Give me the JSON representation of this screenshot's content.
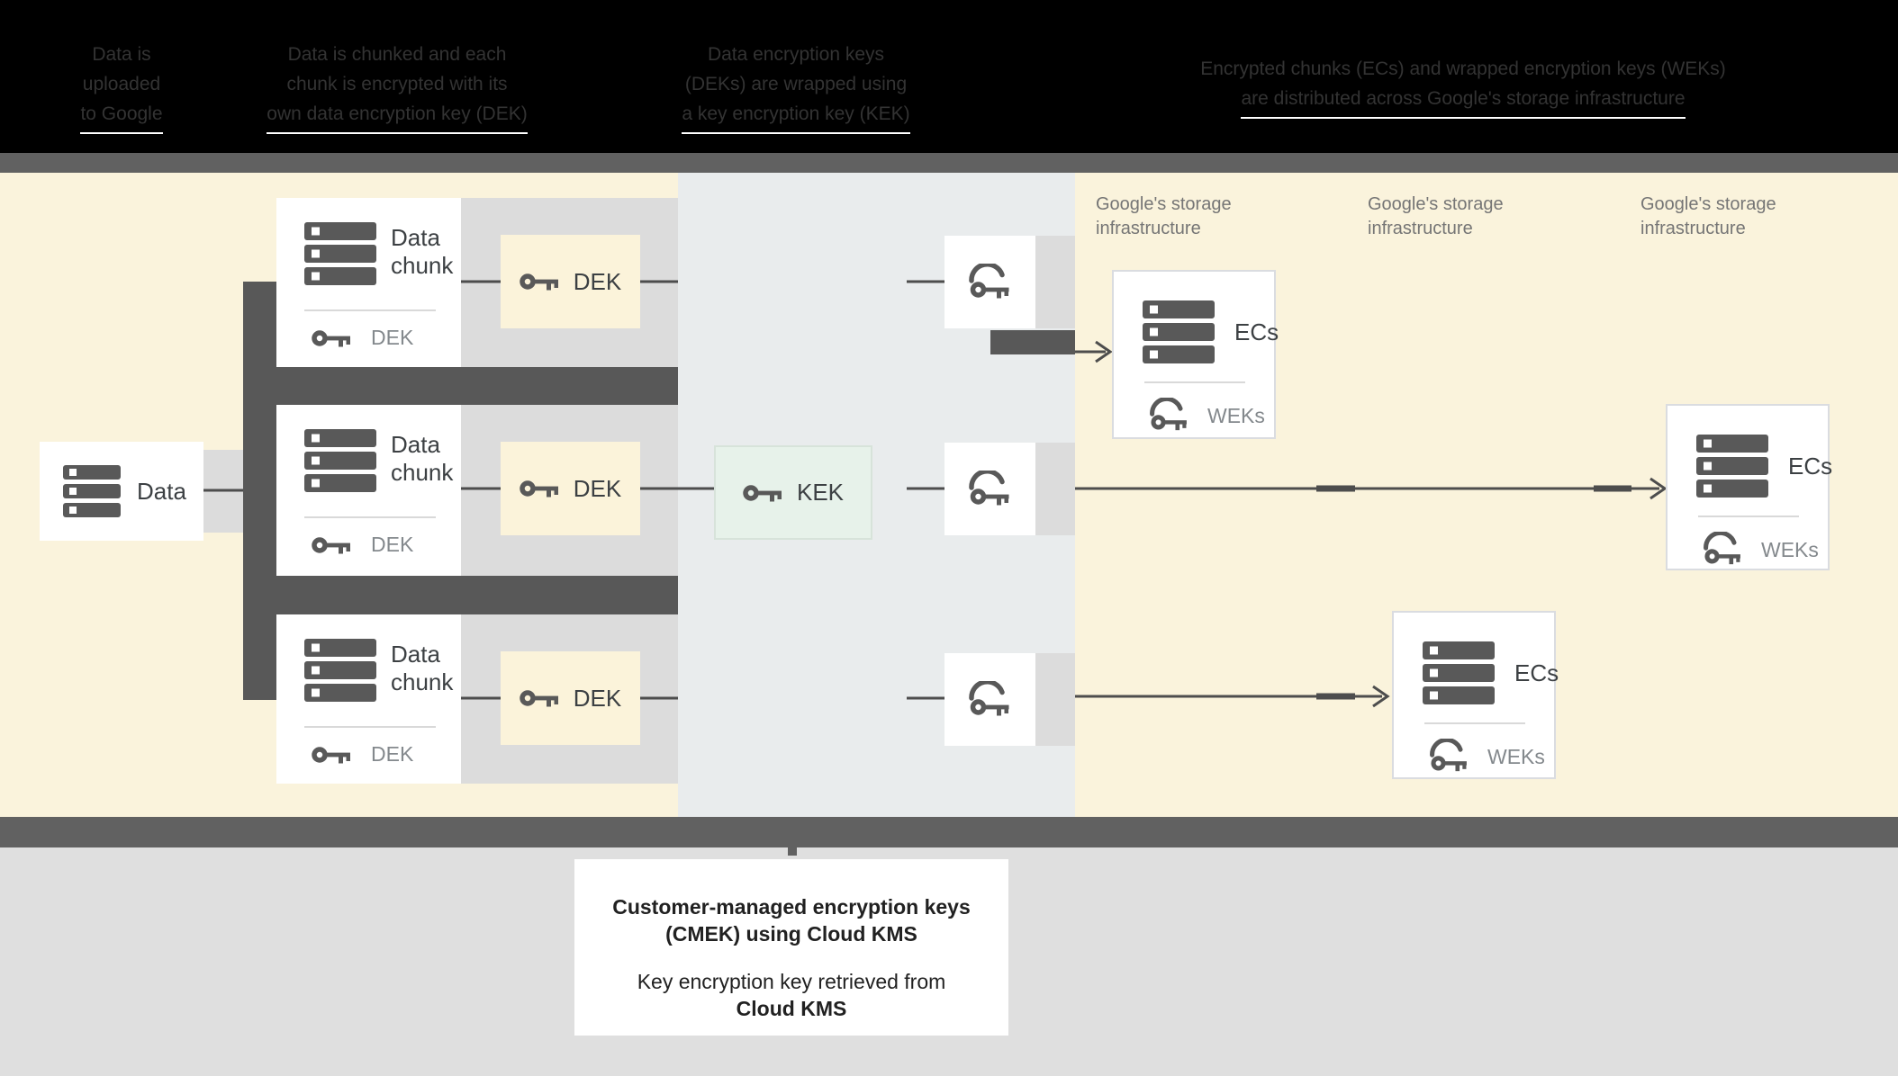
{
  "header": {
    "steps": [
      {
        "lines": [
          "Data is",
          "uploaded",
          "to Google"
        ]
      },
      {
        "lines": [
          "Data is chunked and each",
          "chunk is encrypted with its",
          "own data encryption key (DEK)"
        ]
      },
      {
        "lines": [
          "Data encryption keys",
          "(DEKs) are wrapped using",
          "a key encryption key (KEK)"
        ]
      },
      {
        "lines": [
          "Encrypted chunks (ECs) and wrapped encryption keys (WEKs)",
          "are distributed across Google's storage infrastructure"
        ]
      }
    ]
  },
  "diagram": {
    "data_box": {
      "label": "Data"
    },
    "chunk_rows": [
      {
        "title": "Data chunk",
        "footer_key_label": "DEK",
        "dek_box_label": "DEK"
      },
      {
        "title": "Data chunk",
        "footer_key_label": "DEK",
        "dek_box_label": "DEK"
      },
      {
        "title": "Data chunk",
        "footer_key_label": "DEK",
        "dek_box_label": "DEK"
      }
    ],
    "kek_box": {
      "label": "KEK"
    },
    "storage_labels": [
      "Google's storage infrastructure",
      "Google's storage infrastructure",
      "Google's storage infrastructure"
    ],
    "ec_boxes": [
      {
        "title": "ECs",
        "footer_key_label": "WEKs"
      },
      {
        "title": "ECs",
        "footer_key_label": "WEKs"
      },
      {
        "title": "ECs",
        "footer_key_label": "WEKs"
      }
    ]
  },
  "caption": {
    "lines": [
      "Customer-managed encryption keys",
      "(CMEK) using Cloud KMS",
      "Key encryption key retrieved from",
      "Cloud KMS"
    ]
  },
  "colors": {
    "cream": "#faf3dc",
    "mid_panel": "#e9eced",
    "band_gray": "#616161",
    "connector_dark": "#585858",
    "light_gray_band": "#dcdcdc",
    "kek_mint": "#e7f2ea",
    "icon_gray": "#595959",
    "text_dark": "#3c4043",
    "text_gray": "#84898d",
    "storage_label_gray": "#757575",
    "header_text": "#333333",
    "bottom_bg": "#dfdfdf"
  }
}
